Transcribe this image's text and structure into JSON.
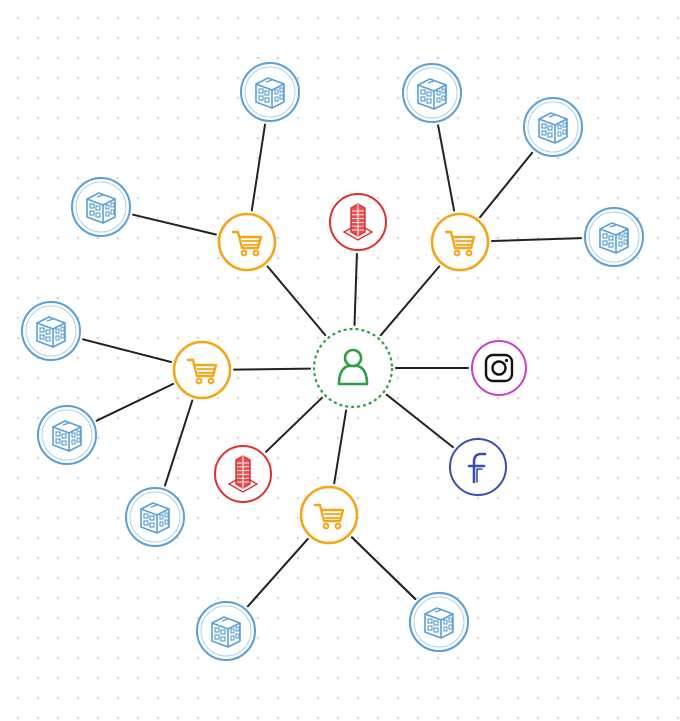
{
  "colors": {
    "user": "#2f9e44",
    "store": "#f5a516",
    "building": "#5a9fd6",
    "tower": "#e03131",
    "instagram": "#cc3fc5",
    "facebook": "#3b4fb3",
    "line": "#222222"
  },
  "nodes": {
    "user": {
      "type": "user",
      "icon": "person-icon"
    },
    "store_nw": {
      "type": "store",
      "icon": "shopping-cart-icon"
    },
    "store_ne": {
      "type": "store",
      "icon": "shopping-cart-icon"
    },
    "store_w": {
      "type": "store",
      "icon": "shopping-cart-icon"
    },
    "store_s": {
      "type": "store",
      "icon": "shopping-cart-icon"
    },
    "tower_n": {
      "type": "tower",
      "icon": "office-tower-icon"
    },
    "tower_sw": {
      "type": "tower",
      "icon": "office-tower-icon"
    },
    "instagram": {
      "type": "instagram",
      "icon": "instagram-icon"
    },
    "facebook": {
      "type": "facebook",
      "icon": "facebook-icon"
    },
    "bldg_1": {
      "type": "building",
      "icon": "building-icon"
    },
    "bldg_2": {
      "type": "building",
      "icon": "building-icon"
    },
    "bldg_3": {
      "type": "building",
      "icon": "building-icon"
    },
    "bldg_4": {
      "type": "building",
      "icon": "building-icon"
    },
    "bldg_5": {
      "type": "building",
      "icon": "building-icon"
    },
    "bldg_6": {
      "type": "building",
      "icon": "building-icon"
    },
    "bldg_7": {
      "type": "building",
      "icon": "building-icon"
    },
    "bldg_8": {
      "type": "building",
      "icon": "building-icon"
    },
    "bldg_9": {
      "type": "building",
      "icon": "building-icon"
    },
    "bldg_10": {
      "type": "building",
      "icon": "building-icon"
    },
    "bldg_11": {
      "type": "building",
      "icon": "building-icon"
    }
  },
  "edges": [
    [
      "user",
      "store_nw"
    ],
    [
      "user",
      "store_ne"
    ],
    [
      "user",
      "store_w"
    ],
    [
      "user",
      "store_s"
    ],
    [
      "user",
      "tower_n"
    ],
    [
      "user",
      "tower_sw"
    ],
    [
      "user",
      "instagram"
    ],
    [
      "user",
      "facebook"
    ],
    [
      "store_nw",
      "bldg_1"
    ],
    [
      "store_nw",
      "bldg_2"
    ],
    [
      "store_ne",
      "bldg_3"
    ],
    [
      "store_ne",
      "bldg_4"
    ],
    [
      "store_ne",
      "bldg_5"
    ],
    [
      "store_w",
      "bldg_6"
    ],
    [
      "store_w",
      "bldg_7"
    ],
    [
      "store_w",
      "bldg_8"
    ],
    [
      "store_s",
      "bldg_9"
    ],
    [
      "store_s",
      "bldg_10"
    ],
    [
      "store_s",
      "bldg_11"
    ]
  ]
}
